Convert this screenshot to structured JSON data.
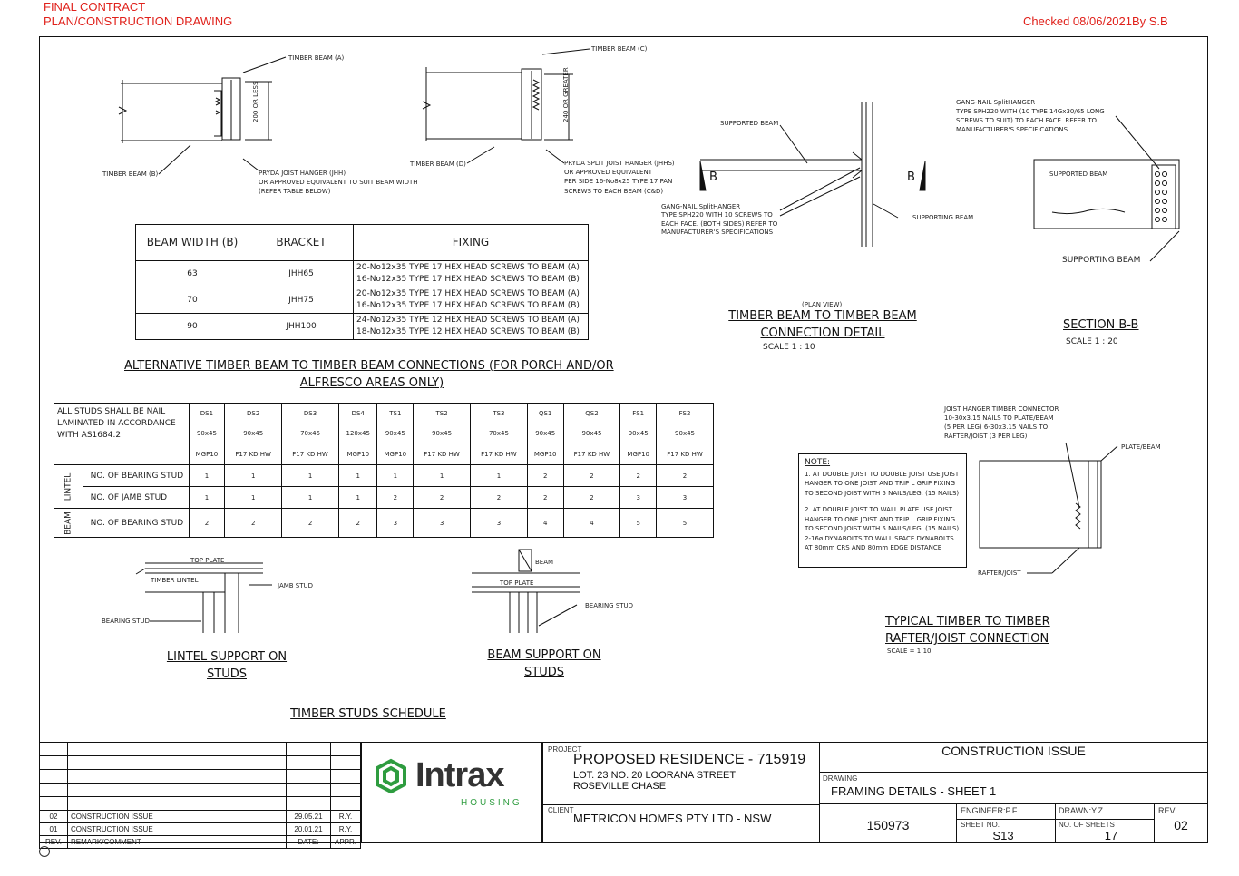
{
  "header": {
    "line1": "FINAL CONTRACT",
    "line2": "PLAN/CONSTRUCTION DRAWING",
    "checked": "Checked 08/06/2021By S.B"
  },
  "detail1": {
    "timber_beam_a": "TIMBER BEAM (A)",
    "timber_beam_b": "TIMBER BEAM (B)",
    "dim": "200 OR LESS",
    "hanger": [
      "PRYDA JOIST HANGER (JHH)",
      "OR APPROVED EQUIVALENT TO SUIT BEAM WIDTH",
      "(REFER TABLE BELOW)"
    ]
  },
  "detail2": {
    "timber_beam_c": "TIMBER BEAM (C)",
    "timber_beam_d": "TIMBER BEAM (D)",
    "dim": "240 OR GREATER",
    "hanger": [
      "PRYDA SPLIT JOIST HANGER (JHHS)",
      "OR APPROVED EQUIVALENT",
      "PER SIDE 16-No8x25 TYPE 17 PAN",
      "SCREWS TO EACH BEAM (C&D)"
    ]
  },
  "beam_table": {
    "headers": [
      "BEAM WIDTH (B)",
      "BRACKET",
      "FIXING"
    ],
    "rows": [
      {
        "width": "63",
        "bracket": "JHH65",
        "fix1": "20-No12x35 TYPE 17 HEX HEAD SCREWS TO BEAM (A)",
        "fix2": "16-No12x35 TYPE 17 HEX HEAD SCREWS TO BEAM (B)"
      },
      {
        "width": "70",
        "bracket": "JHH75",
        "fix1": "20-No12x35 TYPE 17 HEX HEAD SCREWS TO BEAM (A)",
        "fix2": "16-No12x35 TYPE 17 HEX HEAD SCREWS TO BEAM (B)"
      },
      {
        "width": "90",
        "bracket": "JHH100",
        "fix1": "24-No12x35 TYPE 12 HEX HEAD SCREWS TO BEAM (A)",
        "fix2": "18-No12x35 TYPE 12 HEX HEAD SCREWS TO BEAM (B)"
      }
    ],
    "title_line1": "ALTERNATIVE TIMBER BEAM TO TIMBER BEAM CONNECTIONS (FOR PORCH AND/OR",
    "title_line2": "ALFRESCO AREAS ONLY)"
  },
  "plan_detail": {
    "supported_beam": "SUPPORTED BEAM",
    "supporting_beam": "SUPPORTING BEAM",
    "b_mark": "B",
    "gang": [
      "GANG-NAIL SplitHANGER",
      "TYPE SPH220 WITH 10 SCREWS TO",
      "EACH FACE. (BOTH SIDES) REFER TO",
      "MANUFACTURER'S SPECIFICATIONS"
    ],
    "plan_view": "(PLAN VIEW)",
    "title_line1": "TIMBER BEAM TO TIMBER BEAM",
    "title_line2": "CONNECTION DETAIL",
    "scale": "SCALE 1 : 10"
  },
  "section_bb": {
    "gang": [
      "GANG-NAIL SplitHANGER",
      "TYPE SPH220 WITH (10 TYPE 14Gx30/65 LONG",
      "SCREWS TO SUIT) TO EACH FACE. REFER TO",
      "MANUFACTURER'S SPECIFICATIONS"
    ],
    "supported_beam": "SUPPORTED BEAM",
    "supporting_beam": "SUPPORTING BEAM",
    "title": "SECTION B-B",
    "scale": "SCALE 1 : 20"
  },
  "stud_table": {
    "intro": "ALL STUDS SHALL BE NAIL LAMINATED IN ACCORDANCE WITH AS1684.2",
    "codes": [
      "DS1",
      "DS2",
      "DS3",
      "DS4",
      "TS1",
      "TS2",
      "TS3",
      "QS1",
      "QS2",
      "FS1",
      "FS2"
    ],
    "sizes": [
      "90x45",
      "90x45",
      "70x45",
      "120x45",
      "90x45",
      "90x45",
      "70x45",
      "90x45",
      "90x45",
      "90x45",
      "90x45"
    ],
    "grades": [
      "MGP10",
      "F17 KD HW",
      "F17 KD HW",
      "MGP10",
      "MGP10",
      "F17 KD HW",
      "F17 KD HW",
      "MGP10",
      "F17 KD HW",
      "MGP10",
      "F17 KD HW"
    ],
    "lintel": "LINTEL",
    "beam": "BEAM",
    "rows": [
      {
        "label": "NO. OF BEARING STUD",
        "values": [
          "1",
          "1",
          "1",
          "1",
          "1",
          "1",
          "1",
          "2",
          "2",
          "2",
          "2"
        ]
      },
      {
        "label": "NO. OF JAMB STUD",
        "values": [
          "1",
          "1",
          "1",
          "1",
          "2",
          "2",
          "2",
          "2",
          "2",
          "3",
          "3"
        ]
      },
      {
        "label": "NO. OF BEARING STUD",
        "values": [
          "2",
          "2",
          "2",
          "2",
          "3",
          "3",
          "3",
          "4",
          "4",
          "5",
          "5"
        ]
      }
    ]
  },
  "lintel_detail": {
    "top_plate": "TOP PLATE",
    "timber_lintel": "TIMBER LINTEL",
    "jamb_stud": "JAMB STUD",
    "bearing_stud": "BEARING STUD",
    "title_line1": "LINTEL SUPPORT ON",
    "title_line2": "STUDS"
  },
  "beam_support": {
    "beam": "BEAM",
    "top_plate": "TOP PLATE",
    "bearing_stud": "BEARING STUD",
    "title_line1": "BEAM SUPPORT ON",
    "title_line2": "STUDS"
  },
  "schedule_title": "TIMBER STUDS SCHEDULE",
  "note": {
    "title": "NOTE:",
    "p1": "1. AT DOUBLE JOIST TO DOUBLE JOIST USE JOIST HANGER TO ONE JOIST AND TRIP L GRIP FIXING TO SECOND JOIST WITH 5 NAILS/LEG. (15 NAILS)",
    "p2": "2. AT DOUBLE JOIST TO WALL PLATE USE JOIST HANGER TO ONE JOIST AND TRIP L GRIP FIXING TO SECOND JOIST WITH 5 NAILS/LEG. (15 NAILS) 2-16ø DYNABOLTS TO WALL SPACE DYNABOLTS AT 80mm CRS AND 80mm EDGE DISTANCE"
  },
  "rafter_detail": {
    "connector": [
      "JOIST HANGER TIMBER CONNECTOR",
      "10-30x3.15 NAILS TO PLATE/BEAM",
      "(5 PER LEG) 6-30x3.15 NAILS TO",
      "RAFTER/JOIST (3 PER LEG)"
    ],
    "plate_beam": "PLATE/BEAM",
    "rafter_joist": "RAFTER/JOIST",
    "title_line1": "TYPICAL TIMBER TO TIMBER",
    "title_line2": "RAFTER/JOIST CONNECTION",
    "scale": "SCALE = 1:10"
  },
  "title_block": {
    "revisions": [
      {
        "rev": "02",
        "remark": "CONSTRUCTION ISSUE",
        "date": "29.05.21",
        "appr": "R.Y."
      },
      {
        "rev": "01",
        "remark": "CONSTRUCTION ISSUE",
        "date": "20.01.21",
        "appr": "R.Y."
      }
    ],
    "rev_header": "REV.",
    "remark_header": "REMARK/COMMENT",
    "date_header": "DATE:",
    "appr_header": "APPR.",
    "logo_word": "Intrax",
    "logo_sub": "HOUSING",
    "project_label": "PROJECT",
    "project": "PROPOSED RESIDENCE - 715919",
    "address1": "LOT. 23 NO. 20 LOORANA STREET",
    "address2": "ROSEVILLE CHASE",
    "client_label": "CLIENT",
    "client": "METRICON HOMES PTY LTD - NSW",
    "issue": "CONSTRUCTION ISSUE",
    "drawing_label": "DRAWING",
    "drawing": "FRAMING DETAILS - SHEET 1",
    "job_no": "150973",
    "engineer": "ENGINEER:P.F.",
    "drawn": "DRAWN:Y.Z",
    "rev_label": "REV",
    "rev_no": "02",
    "sheet_label": "SHEET NO.",
    "sheet_no": "S13",
    "sheets_label": "NO. OF SHEETS",
    "sheets_no": "17"
  },
  "colors": {
    "header_red": "#e0211b",
    "logo_green": "#2e9c3f"
  }
}
